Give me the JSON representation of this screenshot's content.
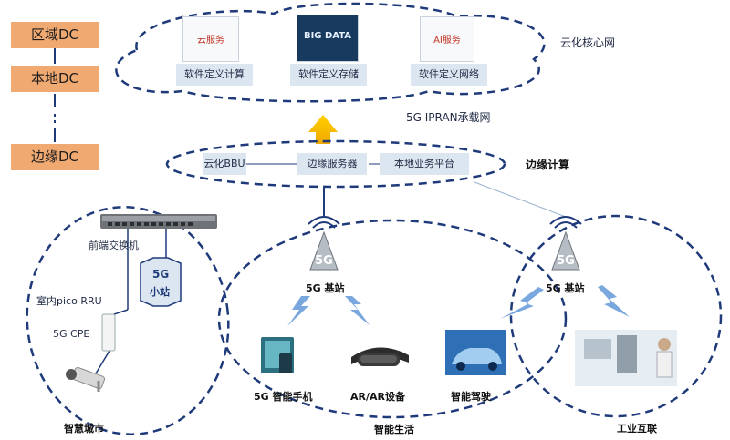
{
  "dc_levels": [
    "区域DC",
    "本地DC",
    "边缘DC"
  ],
  "core": {
    "label": "云化核心网",
    "services": [
      "软件定义计算",
      "软件定义存储",
      "软件定义网络"
    ],
    "icons": [
      "云服务",
      "BIG DATA",
      "AI服务"
    ]
  },
  "transport_label": "5G IPRAN承载网",
  "edge": {
    "label": "边缘计算",
    "items": [
      "云化BBU",
      "边缘服务器",
      "本地业务平台"
    ]
  },
  "smart_city": {
    "label": "智慧城市",
    "switch_label": "前端交换机",
    "small_cell": "5G\n小站",
    "small_cell_top": "5G",
    "small_cell_bottom": "小站",
    "pico": "室内pico RRU",
    "cpe": "5G CPE"
  },
  "smart_life": {
    "label": "智能生活",
    "station": "5G 基站",
    "devices": [
      "5G 智能手机",
      "AR/AR设备",
      "智能驾驶"
    ]
  },
  "iiot": {
    "label": "工业互联",
    "station": "5G 基站"
  },
  "colors": {
    "dc_box": "#f1a972",
    "dash": "#1f3a7a",
    "arrow": "#f5c400",
    "node": "#dce6f1"
  }
}
